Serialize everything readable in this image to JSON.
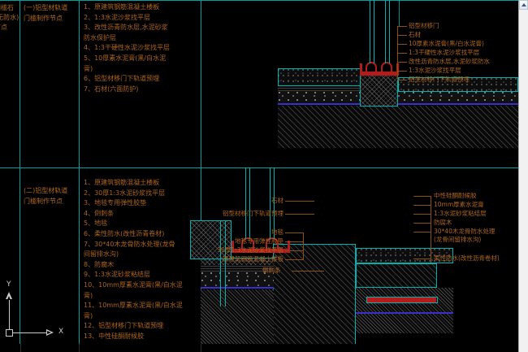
{
  "app": {
    "name": "AutoCAD drawing viewport",
    "background": "#000000",
    "accent_cyan": "#00b3b3",
    "accent_amber": "#b5651d",
    "accent_red": "#b41c1c",
    "accent_blue": "#3a2fc8"
  },
  "table": {
    "col_a_header_partial": "门槛石(无防水)节点",
    "sections": [
      {
        "id": "section-one",
        "title": "(一)铝型材轨道\n门槛制作节点",
        "notes": [
          "1、原建筑钢筋混凝土楼板",
          "2、1:3水泥沙浆找平层",
          "3、改性沥青防水层,水泥砂浆",
          "防水保护层",
          "4、1:3干硬性水泥沙浆找平层",
          "5、10厚素水泥膏(黑/白水泥",
          "膏)",
          "6、铝型材移门下轨道预埋",
          "7、石材(六面防护)"
        ]
      },
      {
        "id": "section-two",
        "title": "(二)铝型材轨道\n门槛制作节点",
        "notes": [
          "1、原建筑钢筋混凝土楼板",
          "2、30厚1:3水泥砂浆找平层",
          "3、地毯专用弹性胶垫",
          "4、倒刺条",
          "5、地毯",
          "6、柔性防水(改性沥青卷材)",
          "7、30*40木龙骨防水处理(龙骨",
          "间留排水沟)",
          "8、防腐木",
          "9、1:3水泥砂浆粘结层",
          "10、10mm厚素水泥膏(黑/白水泥",
          "膏)",
          "11、10mm厚素水泥膏(黑/白水泥",
          "膏)",
          "12、铝型材移门下轨道预埋",
          "13、中性硅酮耐候胶"
        ]
      }
    ]
  },
  "drawing_top": {
    "leader_labels": [
      "铝型材移门",
      "石材",
      "10厚素水泥膏(黑/白水泥膏)",
      "1:3干硬性水泥沙浆找平层",
      "改性沥青防水层,水泥砂浆防水",
      "1:3水泥沙浆找平层",
      "铝型材移门下轨道预埋"
    ]
  },
  "drawing_bottom": {
    "left_labels": [
      "石材",
      "铝型材移门下轨道预埋",
      "地毯",
      "地毯专用弹性胶垫",
      "30厚1:3水泥砂浆找平层",
      "原建筑钢筋混凝土楼板",
      "倒刺条"
    ],
    "right_labels": [
      "中性硅酮耐候胶",
      "10mm厚素水泥膏",
      "1:3水泥砂浆粘结层",
      "防腐木",
      "30*40木龙骨防水处理",
      "(龙骨间留排水沟)",
      "柔性防水(改性沥青卷材)"
    ]
  },
  "ucs": {
    "x_label": "X",
    "y_label": "Y"
  },
  "scrollbar": {
    "up_arrow": "scroll-up",
    "down_arrow": "scroll-down"
  }
}
